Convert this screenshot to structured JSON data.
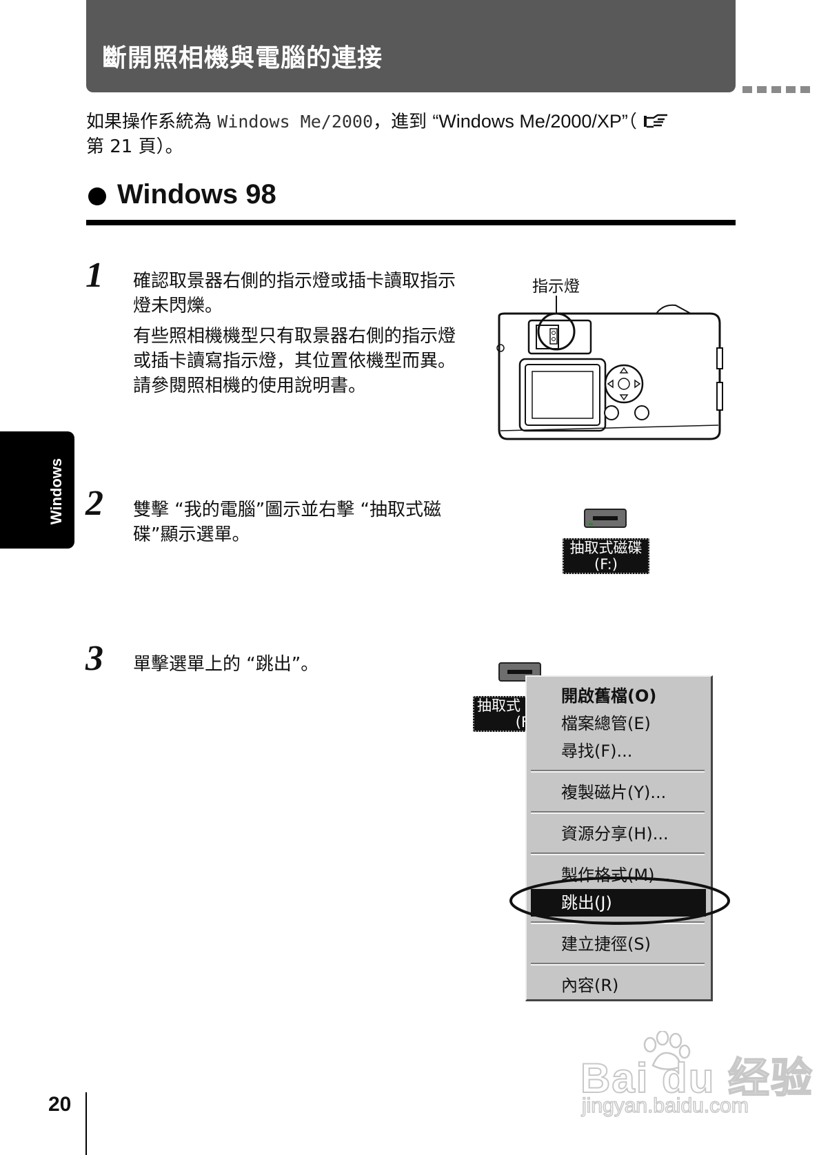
{
  "header": {
    "title": "斷開照相機與電腦的連接"
  },
  "intro": {
    "part1": "如果操作系統為 ",
    "os_mono": "Windows Me/2000",
    "part2": "，進到 ",
    "link_text": "“Windows Me/2000/XP”",
    "part3": "（",
    "ref_icon": "pointing-hand-icon",
    "line2": "第 21 頁）。"
  },
  "section": {
    "title": "Windows 98"
  },
  "side_tab": {
    "label": "Windows"
  },
  "steps": [
    {
      "number": "1",
      "main": "確認取景器右側的指示燈或插卡讀取指示燈未閃爍。",
      "note": "有些照相機機型只有取景器右側的指示燈或插卡讀寫指示燈，其位置依機型而異。請參閱照相機的使用說明書。"
    },
    {
      "number": "2",
      "main": "雙擊 “我的電腦”圖示並右擊 “抽取式磁碟”顯示選單。"
    },
    {
      "number": "3",
      "main": "單擊選單上的 “跳出”。"
    }
  ],
  "camera_callout": "指示燈",
  "drive_icon": {
    "line1": "抽取式磁碟",
    "line2": "(F:)"
  },
  "drive_icon_partial": {
    "line1": "抽取式",
    "line2": "(F"
  },
  "context_menu": {
    "items": [
      "開啟舊檔(O)",
      "檔案總管(E)",
      "尋找(F)...",
      "複製磁片(Y)...",
      "資源分享(H)...",
      "製作格式(M)...",
      "跳出(J)",
      "建立捷徑(S)",
      "內容(R)"
    ],
    "highlighted_index": 6
  },
  "page_number": "20",
  "watermark": {
    "brand": "Bai du 经验",
    "url": "jingyan.baidu.com"
  }
}
